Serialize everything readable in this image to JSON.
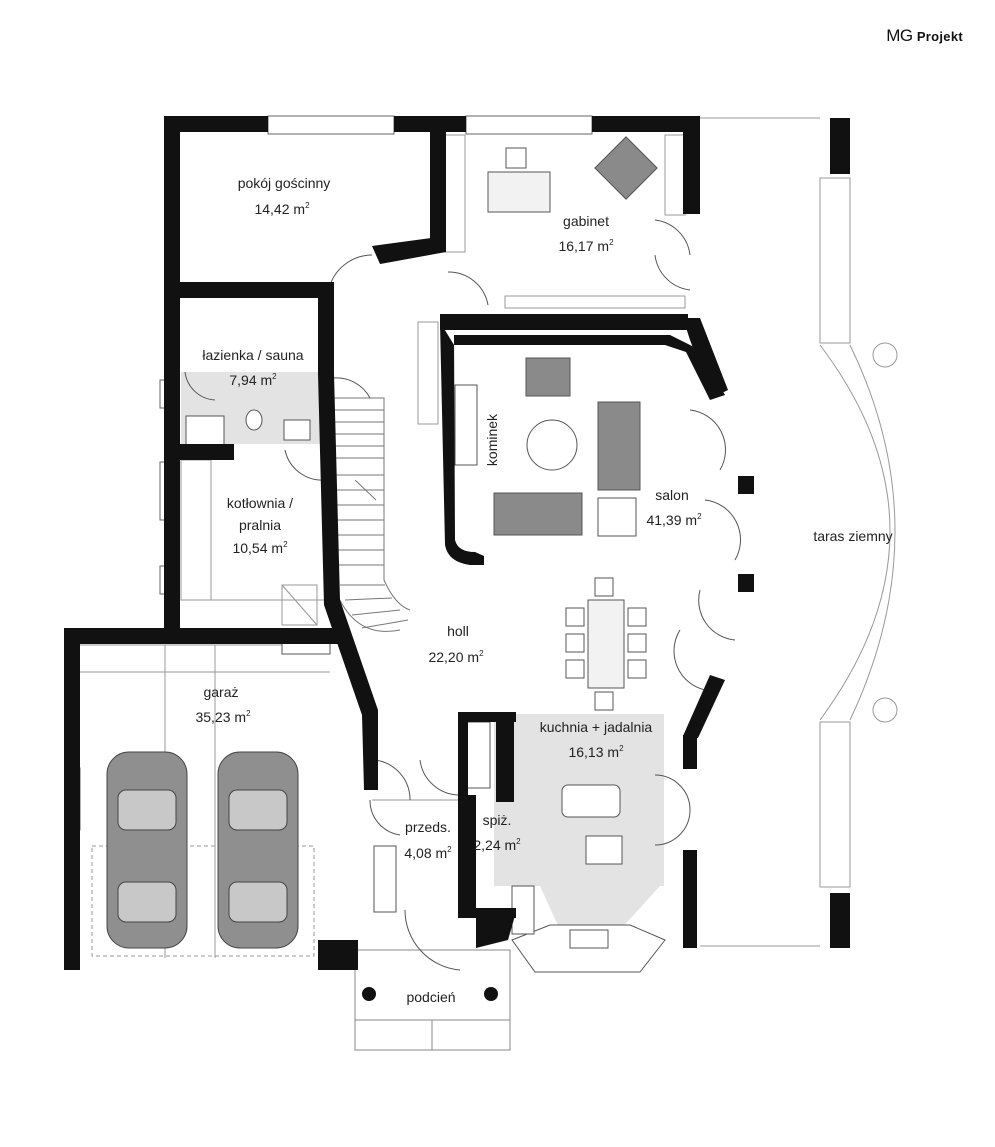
{
  "brand": {
    "logo": "MG",
    "name": "Projekt"
  },
  "rooms": [
    {
      "id": "pokoj-goscinny",
      "name": "pokój gościnny",
      "area": "14,42 m"
    },
    {
      "id": "gabinet",
      "name": "gabinet",
      "area": "16,17 m"
    },
    {
      "id": "lazienka-sauna",
      "name": "łazienka / sauna",
      "area": "7,94 m"
    },
    {
      "id": "kotlownia-1",
      "name": "kotłownia /",
      "area": ""
    },
    {
      "id": "kotlownia-2",
      "name": "pralnia",
      "area": "10,54 m"
    },
    {
      "id": "kominek",
      "name": "kominek",
      "area": ""
    },
    {
      "id": "salon",
      "name": "salon",
      "area": "41,39 m"
    },
    {
      "id": "taras",
      "name": "taras ziemny",
      "area": ""
    },
    {
      "id": "holl",
      "name": "holl",
      "area": "22,20 m"
    },
    {
      "id": "garaz",
      "name": "garaż",
      "area": "35,23 m"
    },
    {
      "id": "kuchnia",
      "name": "kuchnia + jadalnia",
      "area": "16,13 m"
    },
    {
      "id": "przedsionek",
      "name": "przeds.",
      "area": "4,08 m"
    },
    {
      "id": "spizarnia",
      "name": "spiż.",
      "area": "2,24 m"
    },
    {
      "id": "podcien",
      "name": "podcień",
      "area": ""
    }
  ],
  "unit_sup": "2",
  "colors": {
    "wall": "#111111",
    "tile": "#e3e3e3",
    "furniture": "#8a8a8a",
    "line": "#999999"
  }
}
